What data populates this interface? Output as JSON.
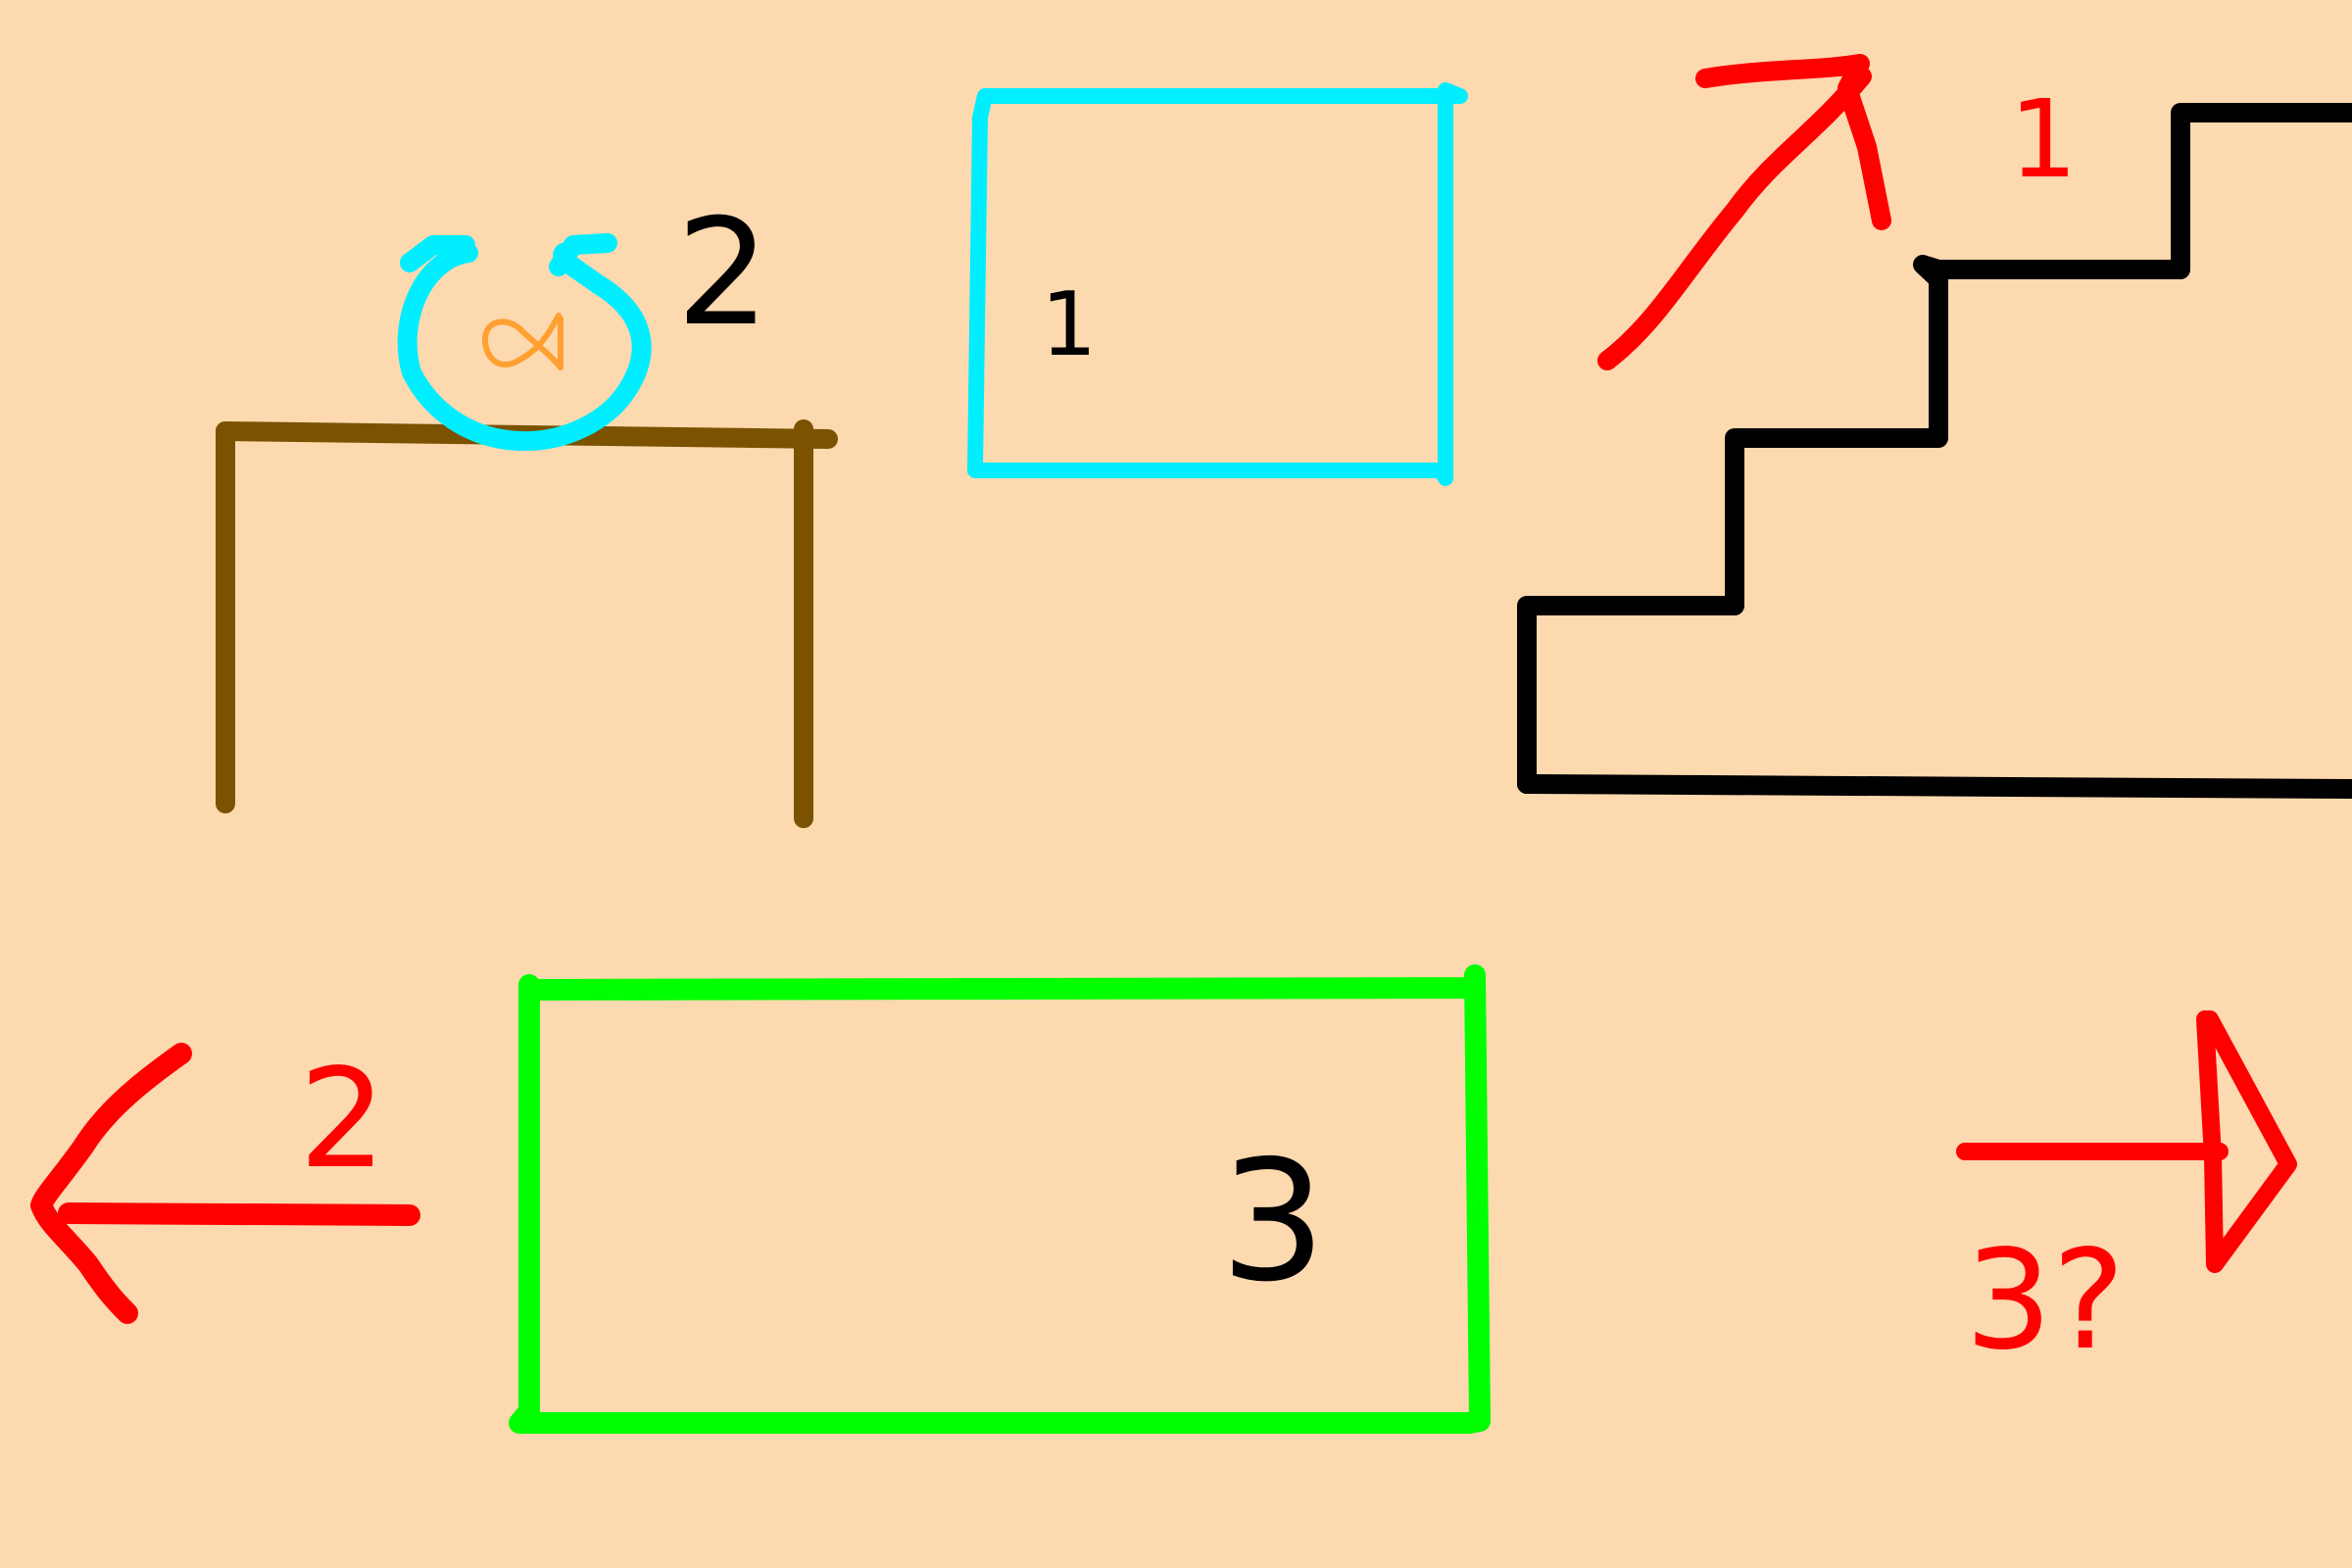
{
  "colors": {
    "background": "#fdd9b0",
    "table": "#7a5200",
    "cyan": "#00eeff",
    "orange": "#ffa030",
    "black": "#000000",
    "red": "#ff0000",
    "green": "#00ff00"
  },
  "labels": {
    "cyan_box_number": "1",
    "stairs_arrow_number": "1",
    "rotation_number": "2",
    "left_arrow_number": "2",
    "green_box_number": "3",
    "right_arrow_label": "3?"
  },
  "shapes": {
    "table": "table",
    "rotate_arrows": "rotate-arrows-icon",
    "fish": "fish-icon",
    "cyan_box": "rectangle",
    "stairs": "stairs",
    "up_right_arrow": "arrow-up-right-icon",
    "left_arrow": "arrow-left-icon",
    "green_box": "rectangle",
    "right_arrow": "arrow-right-icon"
  }
}
